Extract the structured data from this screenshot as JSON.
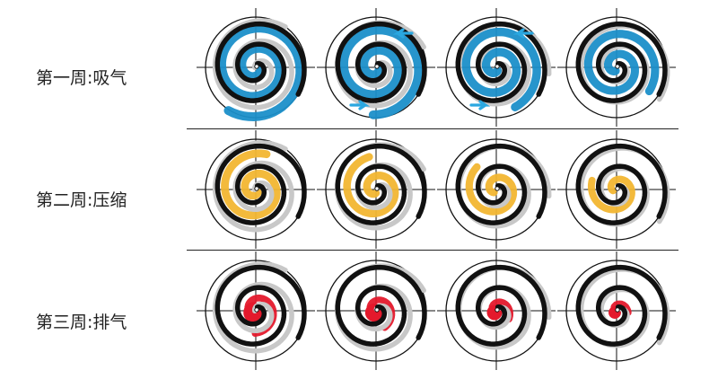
{
  "rows": [
    {
      "label": "第一周:吸气",
      "fill_color": "#1b8fc9",
      "arrows": [
        false,
        true,
        true,
        false
      ]
    },
    {
      "label": "第二周:压缩",
      "fill_color": "#f2b632",
      "arrows": [
        false,
        false,
        false,
        false
      ]
    },
    {
      "label": "第三周:排气",
      "fill_color": "#e4192c",
      "arrows": [
        false,
        false,
        false,
        false
      ]
    }
  ],
  "colors": {
    "fixed_scroll": "#111111",
    "orbiting_scroll": "#c8c8c8",
    "intake_arrow": "#2aa7e0",
    "axis_line": "#111111"
  },
  "icons": [
    "scroll-compressor-stage-icon",
    "intake-arrow-icon"
  ]
}
